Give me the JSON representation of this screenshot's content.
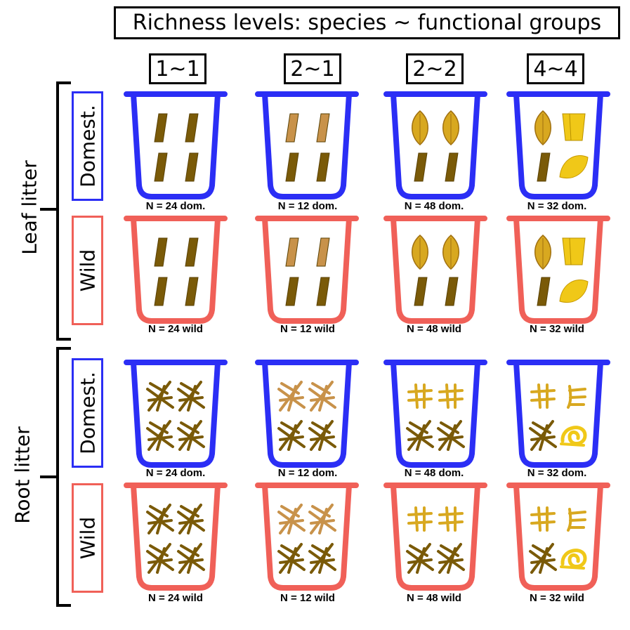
{
  "title": "Richness levels: species ~ functional groups",
  "levels": [
    "1~1",
    "2~1",
    "2~2",
    "4~4"
  ],
  "groups": {
    "leaf": "Leaf litter",
    "root": "Root litter"
  },
  "origins": {
    "domest": "Domest.",
    "wild": "Wild"
  },
  "colors": {
    "domest": "#2b2ef5",
    "wild": "#f06058",
    "dark_litter": "#7a5a08",
    "light_litter": "#c8924a",
    "gold_litter": "#d8a820",
    "yellow_litter": "#f0c818"
  },
  "icons": {
    "leaf_1_1": [
      "stick-dark-icon",
      "stick-dark-icon",
      "stick-dark-icon",
      "stick-dark-icon"
    ],
    "leaf_2_1": [
      "stick-light-icon",
      "stick-light-icon",
      "stick-dark-icon",
      "stick-dark-icon"
    ],
    "leaf_2_2": [
      "leaf-icon",
      "leaf-icon",
      "stick-dark-icon",
      "stick-dark-icon"
    ],
    "leaf_4_4": [
      "leaf-icon",
      "cup-piece-icon",
      "stick-dark-icon",
      "petal-icon"
    ],
    "root_1_1": [
      "root-dark-icon",
      "root-dark-icon",
      "root-dark-icon",
      "root-dark-icon"
    ],
    "root_2_1": [
      "root-light-icon",
      "root-light-icon",
      "root-dark-icon",
      "root-dark-icon"
    ],
    "root_2_2": [
      "comb-root-icon",
      "comb-root-icon",
      "root-dark-icon",
      "root-dark-icon"
    ],
    "root_4_4": [
      "comb-root-icon",
      "branch-root-icon",
      "root-dark-icon",
      "spiral-root-icon"
    ]
  },
  "n_labels": {
    "leaf_domest": [
      "N = 24 dom.",
      "N = 12 dom.",
      "N = 48 dom.",
      "N = 32 dom."
    ],
    "leaf_wild": [
      "N = 24 wild",
      "N = 12 wild",
      "N = 48 wild",
      "N = 32 wild"
    ],
    "root_domest": [
      "N = 24 dom.",
      "N = 12 dom.",
      "N = 48 dom.",
      "N = 32 dom."
    ],
    "root_wild": [
      "N = 24 wild",
      "N = 12 wild",
      "N = 48 wild",
      "N = 32 wild"
    ]
  }
}
